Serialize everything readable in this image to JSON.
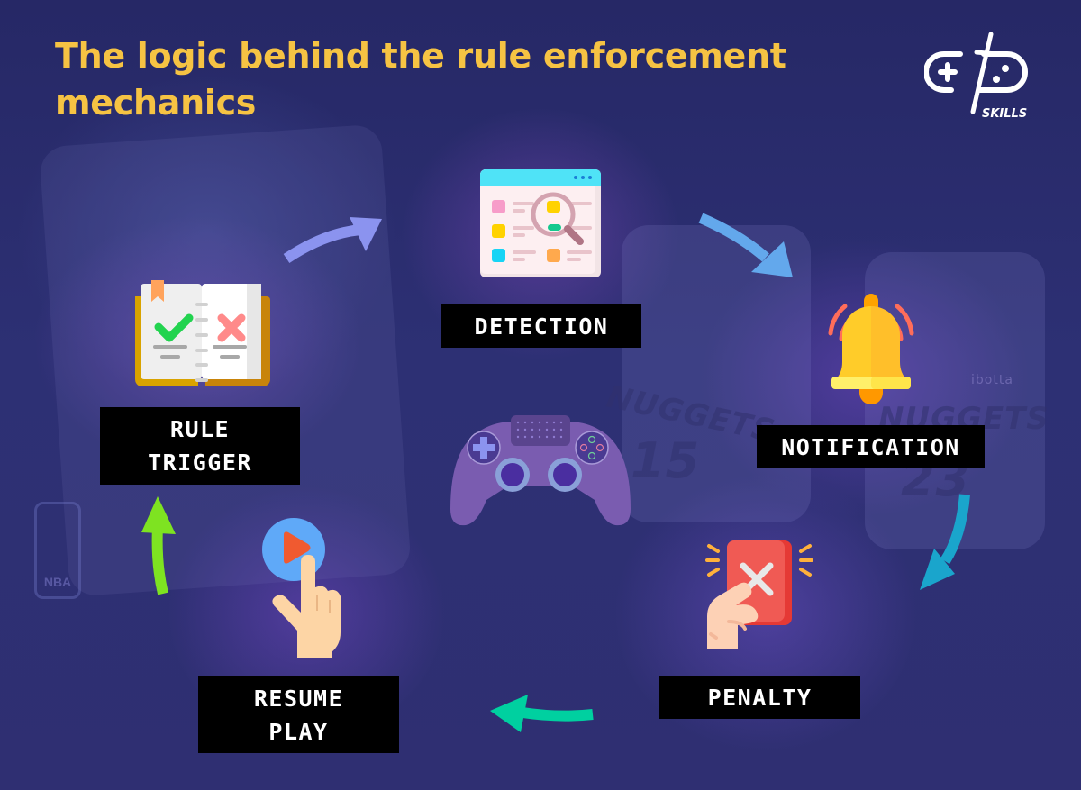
{
  "title": "The logic behind the rule enforcement mechanics",
  "brand": {
    "logo_text": "SKILLS",
    "logo_icon": "gd-skills-gamepad-sword-logo"
  },
  "colors": {
    "title": "#f6c343",
    "background": "#2a2a6a",
    "label_bg": "#000000",
    "label_text": "#ffffff",
    "arrow_1": "#8b93ef",
    "arrow_2": "#63a8ec",
    "arrow_3": "#1aa5cc",
    "arrow_4": "#00d0a0",
    "arrow_5": "#7ee321"
  },
  "center": {
    "icon": "game-controller-icon"
  },
  "steps": [
    {
      "id": "rule-trigger",
      "label_line1": "RULE",
      "label_line2": "TRIGGER",
      "icon": "rule-book-icon"
    },
    {
      "id": "detection",
      "label": "DETECTION",
      "icon": "magnifier-document-icon"
    },
    {
      "id": "notification",
      "label": "NOTIFICATION",
      "icon": "ringing-bell-icon"
    },
    {
      "id": "penalty",
      "label": "PENALTY",
      "icon": "red-card-icon"
    },
    {
      "id": "resume-play",
      "label_line1": "RESUME",
      "label_line2": "PLAY",
      "icon": "press-play-icon"
    }
  ],
  "background_text": {
    "jersey1": "NUGGETS",
    "jersey1_num": "15",
    "jersey2": "NUGGETS",
    "jersey2_num": "23",
    "sponsor": "ibotta",
    "league": "NBA"
  }
}
